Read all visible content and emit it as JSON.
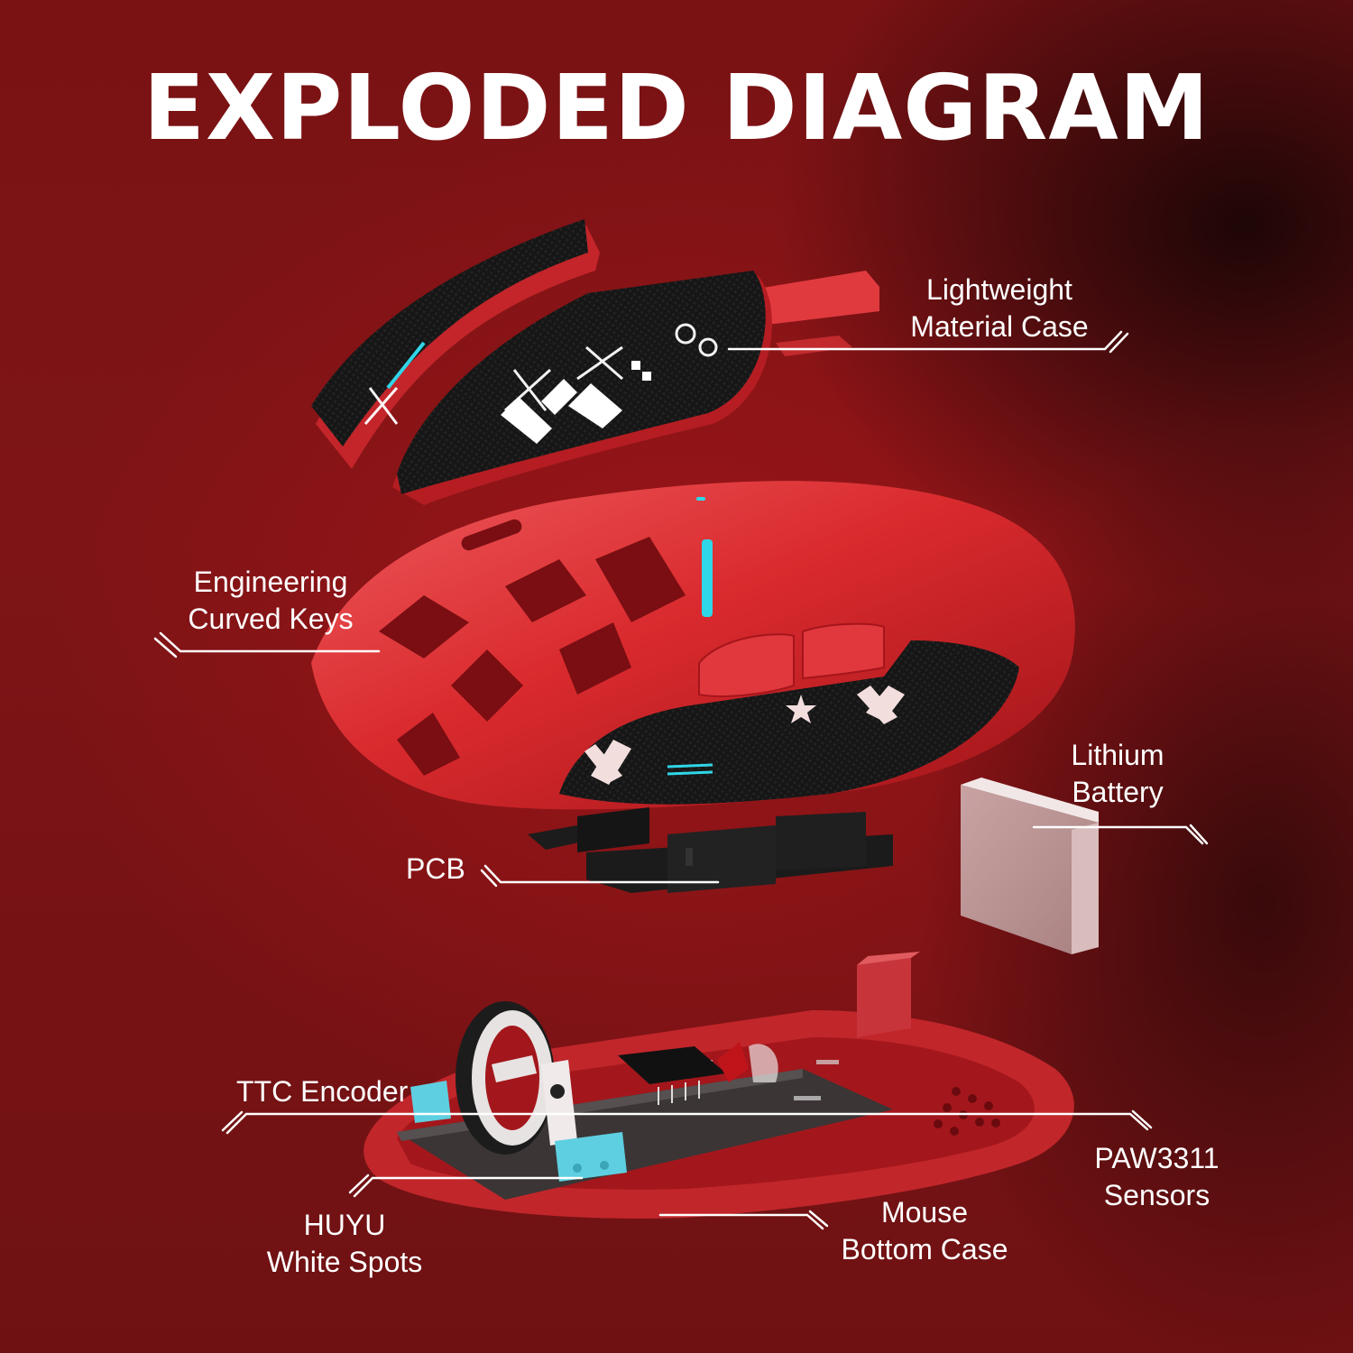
{
  "title": "EXPLODED DIAGRAM",
  "colors": {
    "background": "#7a1214",
    "background_dark": "#1e0708",
    "mouse_red": "#d42328",
    "accent_cyan": "#2fd6e8",
    "skin_black": "#141414",
    "text": "#ffffff"
  },
  "components": [
    {
      "id": "top-shell",
      "label_line1": "Lightweight",
      "label_line2": "Material Case"
    },
    {
      "id": "main-shell",
      "label_line1": "Engineering",
      "label_line2": "Curved Keys"
    },
    {
      "id": "battery",
      "label_line1": "Lithium",
      "label_line2": "Battery"
    },
    {
      "id": "pcb",
      "label_line1": "PCB"
    },
    {
      "id": "encoder",
      "label_line1": "TTC Encoder"
    },
    {
      "id": "switches",
      "label_line1": "HUYU",
      "label_line2": "White Spots"
    },
    {
      "id": "bottom-case",
      "label_line1": "Mouse",
      "label_line2": "Bottom Case"
    },
    {
      "id": "sensor",
      "label_line1": "PAW3311",
      "label_line2": "Sensors"
    }
  ]
}
